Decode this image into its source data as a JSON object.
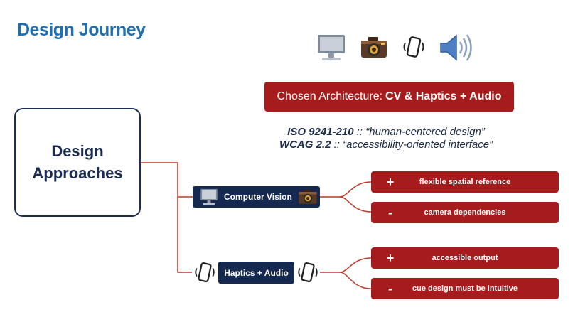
{
  "slide": {
    "title": "Design Journey"
  },
  "modality_icons": [
    "computer-monitor-icon",
    "camera-icon",
    "vibrating-phone-icon",
    "speaker-icon"
  ],
  "architecture": {
    "prefix": "Chosen Architecture:",
    "choice": "CV & Haptics + Audio"
  },
  "standards": [
    {
      "code": "ISO 9241-210",
      "sep": " :: ",
      "desc": "“human-centered design”"
    },
    {
      "code": "WCAG 2.2",
      "sep": " :: ",
      "desc": "“accessibility-oriented interface”"
    }
  ],
  "root": {
    "line1": "Design",
    "line2": "Approaches"
  },
  "approaches": [
    {
      "label": "Computer Vision",
      "icons": [
        "computer-monitor-icon",
        "camera-icon"
      ],
      "pros_cons": [
        {
          "sign": "+",
          "text": "flexible spatial reference"
        },
        {
          "sign": "-",
          "text": "camera dependencies"
        }
      ]
    },
    {
      "label": "Haptics + Audio",
      "icons": [
        "vibrating-phone-icon",
        "vibrating-phone-icon"
      ],
      "pros_cons": [
        {
          "sign": "+",
          "text": "accessible output"
        },
        {
          "sign": "-",
          "text": "cue design must be intuitive"
        }
      ]
    }
  ],
  "colors": {
    "title_blue": "#1f6fb2",
    "navy": "#15284f",
    "dark_red": "#a61c1c",
    "connector_red": "#c0392b",
    "text_dark": "#1c2b4a"
  }
}
